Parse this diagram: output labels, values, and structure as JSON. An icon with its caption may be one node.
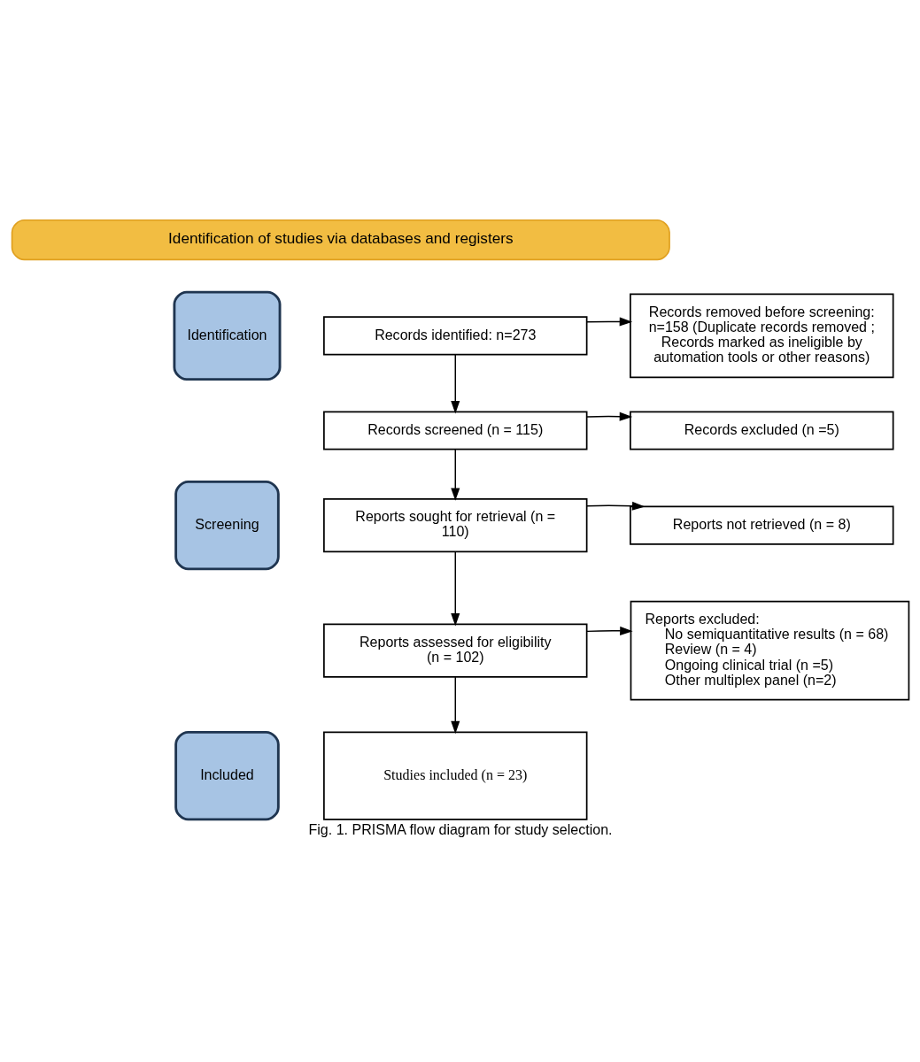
{
  "diagram": {
    "caption": "Fig. 1. PRISMA flow diagram for study selection.",
    "nodes": [
      {
        "text": [
          "Identification of studies via databases and registers"
        ]
      },
      {
        "text": [
          "Identification"
        ]
      },
      {
        "text": [
          "Screening"
        ]
      },
      {
        "text": [
          "Included"
        ]
      },
      {
        "text": [
          "Records identified: n=273"
        ]
      },
      {
        "text": [
          "Records removed before screening: n=158 (Duplicate records removed ; Records marked as ineligible by automation tools or other reasons)"
        ]
      },
      {
        "text": [
          "Records screened (n = 115)"
        ]
      },
      {
        "text": [
          "Records excluded (n =5)"
        ]
      },
      {
        "text": [
          "Reports sought for retrieval (n = 110)"
        ]
      },
      {
        "text": [
          "Reports not retrieved (n = 8)"
        ]
      },
      {
        "text": [
          "Reports assessed for eligibility (n = 102)"
        ]
      },
      {
        "text": [
          "Reports excluded:",
          "No semiquantitative results (n = 68)",
          "Review (n = 4)",
          "Ongoing clinical trial (n =5)",
          "Other multiplex panel (n=2)"
        ]
      },
      {
        "text": [
          "Studies included (n = 23)"
        ]
      }
    ],
    "edges": [
      {
        "from": 4,
        "to": 5,
        "arrow": "to"
      },
      {
        "from": 4,
        "to": 6,
        "arrow": "to"
      },
      {
        "from": 6,
        "to": 7,
        "arrow": "to"
      },
      {
        "from": 6,
        "to": 8,
        "arrow": "to"
      },
      {
        "from": 8,
        "to": 9,
        "arrow": "to"
      },
      {
        "from": 8,
        "to": 10,
        "arrow": "to"
      },
      {
        "from": 10,
        "to": 11,
        "arrow": "to"
      },
      {
        "from": 10,
        "to": 12,
        "arrow": "to"
      }
    ]
  }
}
